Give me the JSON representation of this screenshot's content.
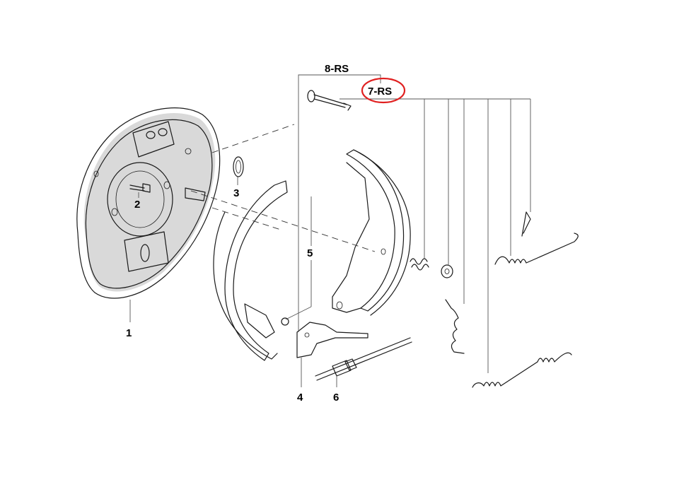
{
  "labels": {
    "backing_plate": "1",
    "bolt": "2",
    "grommet": "3",
    "lever": "4",
    "shoe": "5",
    "adjuster": "6",
    "hardware_kit": "7-RS",
    "shoe_set": "8-RS"
  },
  "highlight": {
    "target": "7-RS",
    "color": "#e02020"
  }
}
